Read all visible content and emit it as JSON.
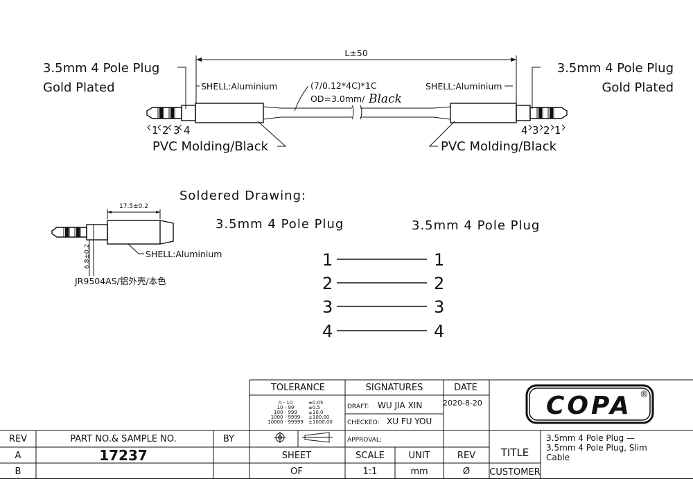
{
  "top_drawing": {
    "left_plug_label_1": "3.5mm 4 Pole Plug",
    "left_plug_label_2": "Gold Plated",
    "right_plug_label_1": "3.5mm 4 Pole Plug",
    "right_plug_label_2": "Gold Plated",
    "length_label": "L±50",
    "shell_left": "SHELL:Aluminium",
    "shell_right": "SHELL:Aluminium",
    "cable_spec_1": "(7/0.12*4C)*1C",
    "cable_spec_2": "OD=3.0mm/",
    "cable_spec_color": "Black",
    "molding_left": "PVC Molding/Black",
    "molding_right": "PVC Molding/Black",
    "pins_left": [
      "1",
      "2",
      "3",
      "4"
    ],
    "pins_right": [
      "4",
      "3",
      "2",
      "1"
    ]
  },
  "detail_drawing": {
    "length_dim": "17.5±0.2",
    "dia_dim": "6.8±0.2",
    "shell": "SHELL:Aluminium",
    "part": "JR9504AS/铝外壳/本色"
  },
  "soldered": {
    "title": "Soldered Drawing:",
    "left_header": "3.5mm 4 Pole Plug",
    "right_header": "3.5mm 4 Pole Plug",
    "connections": [
      {
        "left": "1",
        "right": "1"
      },
      {
        "left": "2",
        "right": "2"
      },
      {
        "left": "3",
        "right": "3"
      },
      {
        "left": "4",
        "right": "4"
      }
    ]
  },
  "title_block": {
    "tolerance_header": "TOLERANCE",
    "tolerance_rows": [
      {
        "range": "0 - 10",
        "tol": "±0.05"
      },
      {
        "range": "10 - 99",
        "tol": "±0.5"
      },
      {
        "range": "100 - 999",
        "tol": "±10.0"
      },
      {
        "range": "1000 - 9999",
        "tol": "±100.00"
      },
      {
        "range": "10000 - 99999",
        "tol": "±1000.00"
      }
    ],
    "signatures_header": "SIGNATURES",
    "date_header": "DATE",
    "draft_label": "DRAFT:",
    "draft_name": "WU JIA XIN",
    "draft_date": "2020-8-20",
    "checked_label": "CHECKEO:",
    "checked_name": "XU FU YOU",
    "approval_label": "APPROVAL:",
    "logo_text": "COPA",
    "logo_reg": "®",
    "rev_header": "REV",
    "part_header": "PART NO.& SAMPLE NO.",
    "by_header": "BY",
    "rev_a": "A",
    "rev_b": "B",
    "part_no": "17237",
    "sheet_header": "SHEET",
    "sheet_value": "OF",
    "scale_header": "SCALE",
    "scale_value": "1:1",
    "unit_header": "UNIT",
    "unit_value": "mm",
    "rev2_header": "REV",
    "rev2_value": "Ø",
    "title_label": "TITLE",
    "title_lines": [
      "3.5mm 4 Pole Plug —",
      "3.5mm 4 Pole Plug, Slim",
      "Cable"
    ],
    "customer_label": "CUSTOMER"
  }
}
